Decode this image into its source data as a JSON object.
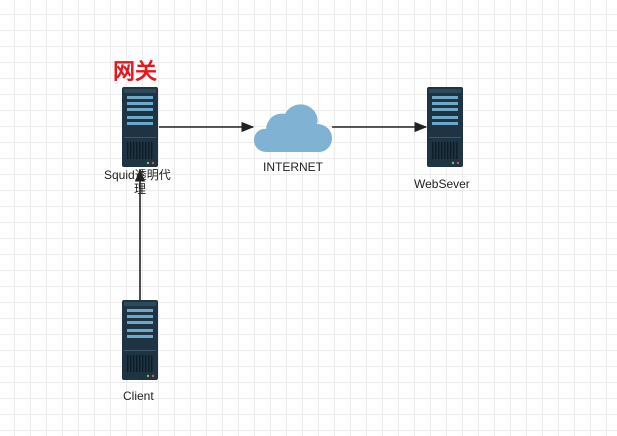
{
  "diagram": {
    "gateway_title": "网关",
    "nodes": {
      "squid": {
        "label_line1": "Squid透明代",
        "label_line2": "理",
        "icon": "server-icon"
      },
      "internet": {
        "label": "INTERNET",
        "icon": "cloud-icon"
      },
      "webserver": {
        "label": "WebSever",
        "icon": "server-icon"
      },
      "client": {
        "label": "Client",
        "icon": "server-icon"
      }
    },
    "edges": [
      {
        "from": "squid",
        "to": "internet"
      },
      {
        "from": "internet",
        "to": "webserver"
      },
      {
        "from": "client",
        "to": "squid"
      }
    ],
    "colors": {
      "server_body": "#1e3442",
      "server_accent": "#6fa8c7",
      "cloud": "#7fb2d3",
      "title_red": "#e8161a",
      "edge": "#222222"
    }
  }
}
